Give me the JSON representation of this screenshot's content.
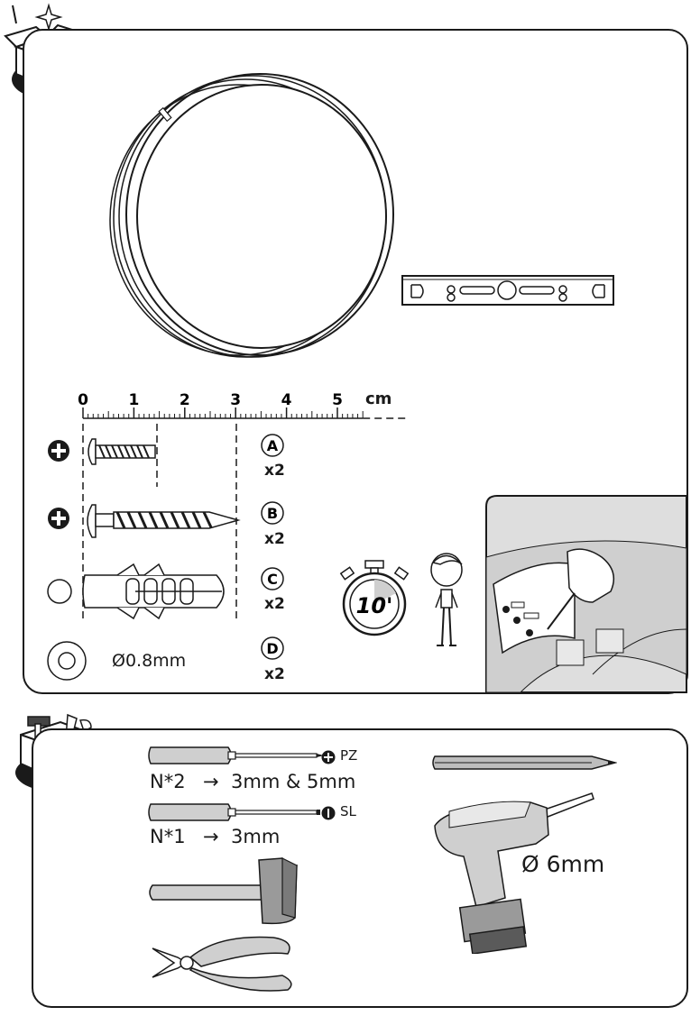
{
  "ruler": {
    "ticks": [
      "0",
      "1",
      "2",
      "3",
      "4",
      "5"
    ],
    "unit": "cm"
  },
  "parts": [
    {
      "letter": "A",
      "qty": "x2",
      "head": "phillips"
    },
    {
      "letter": "B",
      "qty": "x2",
      "head": "phillips"
    },
    {
      "letter": "C",
      "qty": "x2",
      "head": "none"
    },
    {
      "letter": "D",
      "qty": "x2",
      "head": "washer",
      "spec": "Ø0.8mm"
    }
  ],
  "time": {
    "minutes": "10'"
  },
  "tools": {
    "pz": {
      "label": "PZ",
      "spec": "N*2",
      "sizes": "3mm & 5mm"
    },
    "sl": {
      "label": "SL",
      "spec": "N*1",
      "sizes": "3mm"
    },
    "drill": {
      "bit": "Ø 6mm"
    },
    "arrow": "→"
  },
  "colors": {
    "line": "#1a1a1a",
    "shade": "#cfcfcf",
    "inset": "#dedede"
  }
}
